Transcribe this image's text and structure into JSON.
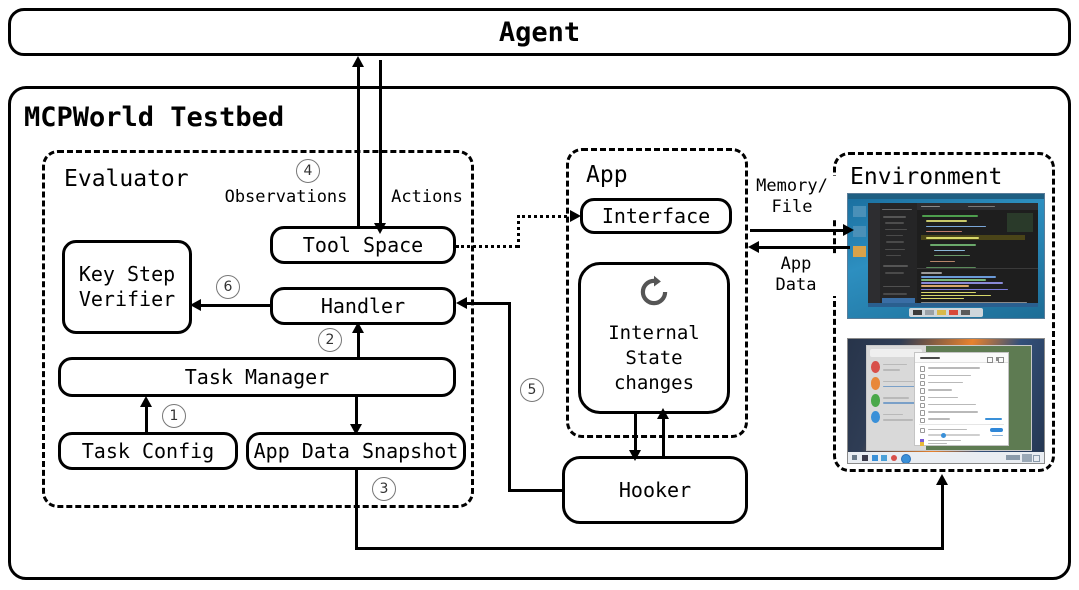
{
  "diagram": {
    "agent": {
      "label": "Agent"
    },
    "testbed": {
      "title": "MCPWorld Testbed"
    },
    "evaluator": {
      "title": "Evaluator",
      "nodes": {
        "tool_space": "Tool Space",
        "key_step_verifier": "Key Step\nVerifier",
        "key_step_verifier_line1": "Key Step",
        "key_step_verifier_line2": "Verifier",
        "handler": "Handler",
        "task_manager": "Task Manager",
        "task_config": "Task Config",
        "app_data_snapshot": "App Data Snapshot"
      }
    },
    "app": {
      "title": "App",
      "nodes": {
        "interface": "Interface",
        "internal_state_line1": "Internal",
        "internal_state_line2": "State",
        "internal_state_line3": "changes",
        "refresh_icon": "refresh-icon"
      }
    },
    "hooker": {
      "label": "Hooker"
    },
    "environment": {
      "title": "Environment",
      "thumbnails": [
        {
          "name": "vscode-desktop-screenshot",
          "caption": ""
        },
        {
          "name": "telegram-settings-screenshot",
          "caption": ""
        }
      ]
    },
    "edge_labels": {
      "observations": "Observations",
      "actions": "Actions",
      "memory_file_line1": "Memory/",
      "memory_file_line2": "File",
      "app_data_line1": "App",
      "app_data_line2": "Data"
    },
    "steps": {
      "s1": "1",
      "s2": "2",
      "s3": "3",
      "s4": "4",
      "s5": "5",
      "s6": "6"
    },
    "colors": {
      "stroke": "#000000",
      "icon_gray": "#555555",
      "step_circle": "#777777"
    }
  }
}
